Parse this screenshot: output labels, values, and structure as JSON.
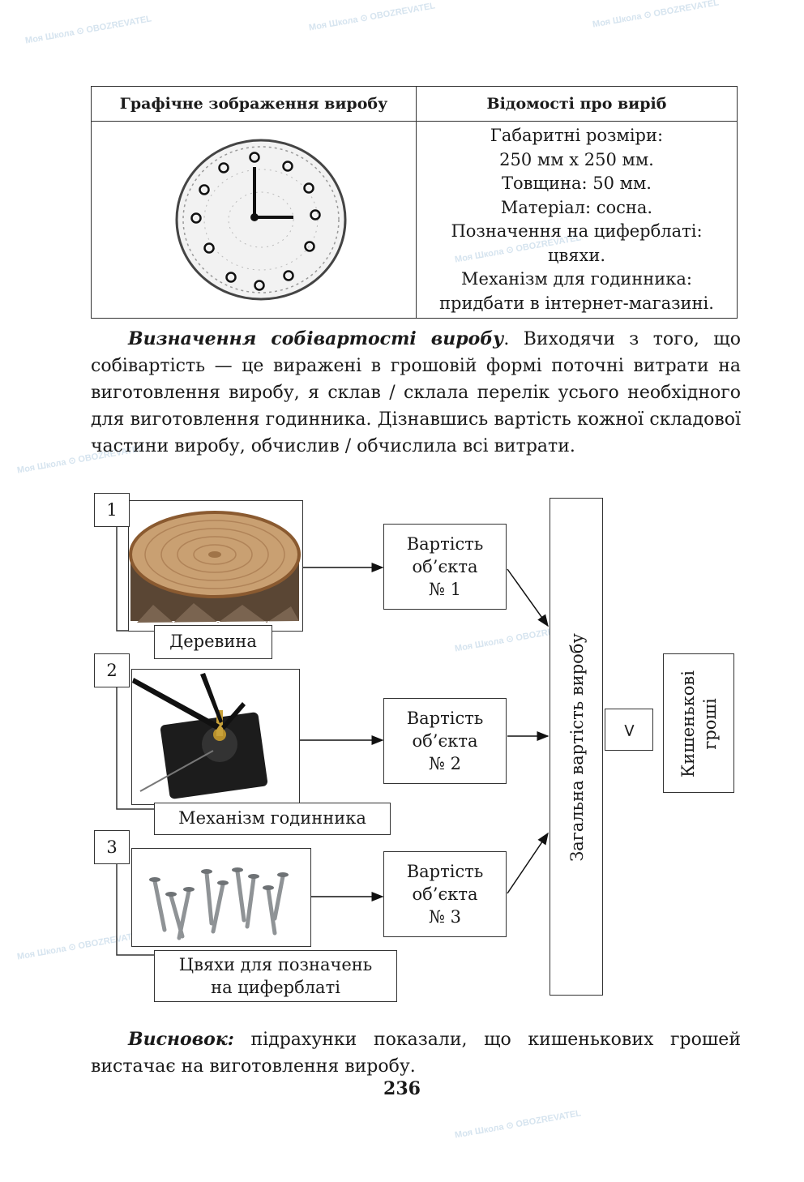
{
  "watermark": {
    "brand": "Моя Школа",
    "partner": "OBOZREVATEL"
  },
  "table": {
    "headers": [
      "Графічне зображення виробу",
      "Відомості про виріб"
    ],
    "details": [
      "Габаритні розміри:",
      "250 мм х 250 мм.",
      "Товщина: 50 мм.",
      "Матеріал: сосна.",
      "Позначення на циферблаті:",
      "цвяхи.",
      "Механізм для годинника:",
      "придбати в інтернет-магазині."
    ]
  },
  "paragraph1": {
    "title": "Визначення собівартості виробу",
    "text": ". Виходячи з того, що собівартість — це виражені в грошовій формі поточні витрати на виготовлення виробу, я склав / склала перелік усього необхідного для виготовлення годинника. Дізнавшись вартість кожної складової частини виробу, обчислив / обчислила всі витрати."
  },
  "diagram": {
    "items": [
      {
        "number": "1",
        "label": "Деревина",
        "cost": [
          "Вартість",
          "об’єкта",
          "№ 1"
        ]
      },
      {
        "number": "2",
        "label": "Механізм годинника",
        "cost": [
          "Вартість",
          "об’єкта",
          "№ 2"
        ]
      },
      {
        "number": "3",
        "label_lines": [
          "Цвяхи для позначень",
          "на циферблаті"
        ],
        "cost": [
          "Вартість",
          "об’єкта",
          "№ 3"
        ]
      }
    ],
    "total": "Загальна вартість виробу",
    "comparison": "<",
    "pocket_money_lines": [
      "Кишенькові",
      "гроші"
    ]
  },
  "conclusion": {
    "title": "Висновок:",
    "text": " підрахунки показали, що кишенькових грошей вистачає на виготовлення виробу."
  },
  "page_number": "236"
}
